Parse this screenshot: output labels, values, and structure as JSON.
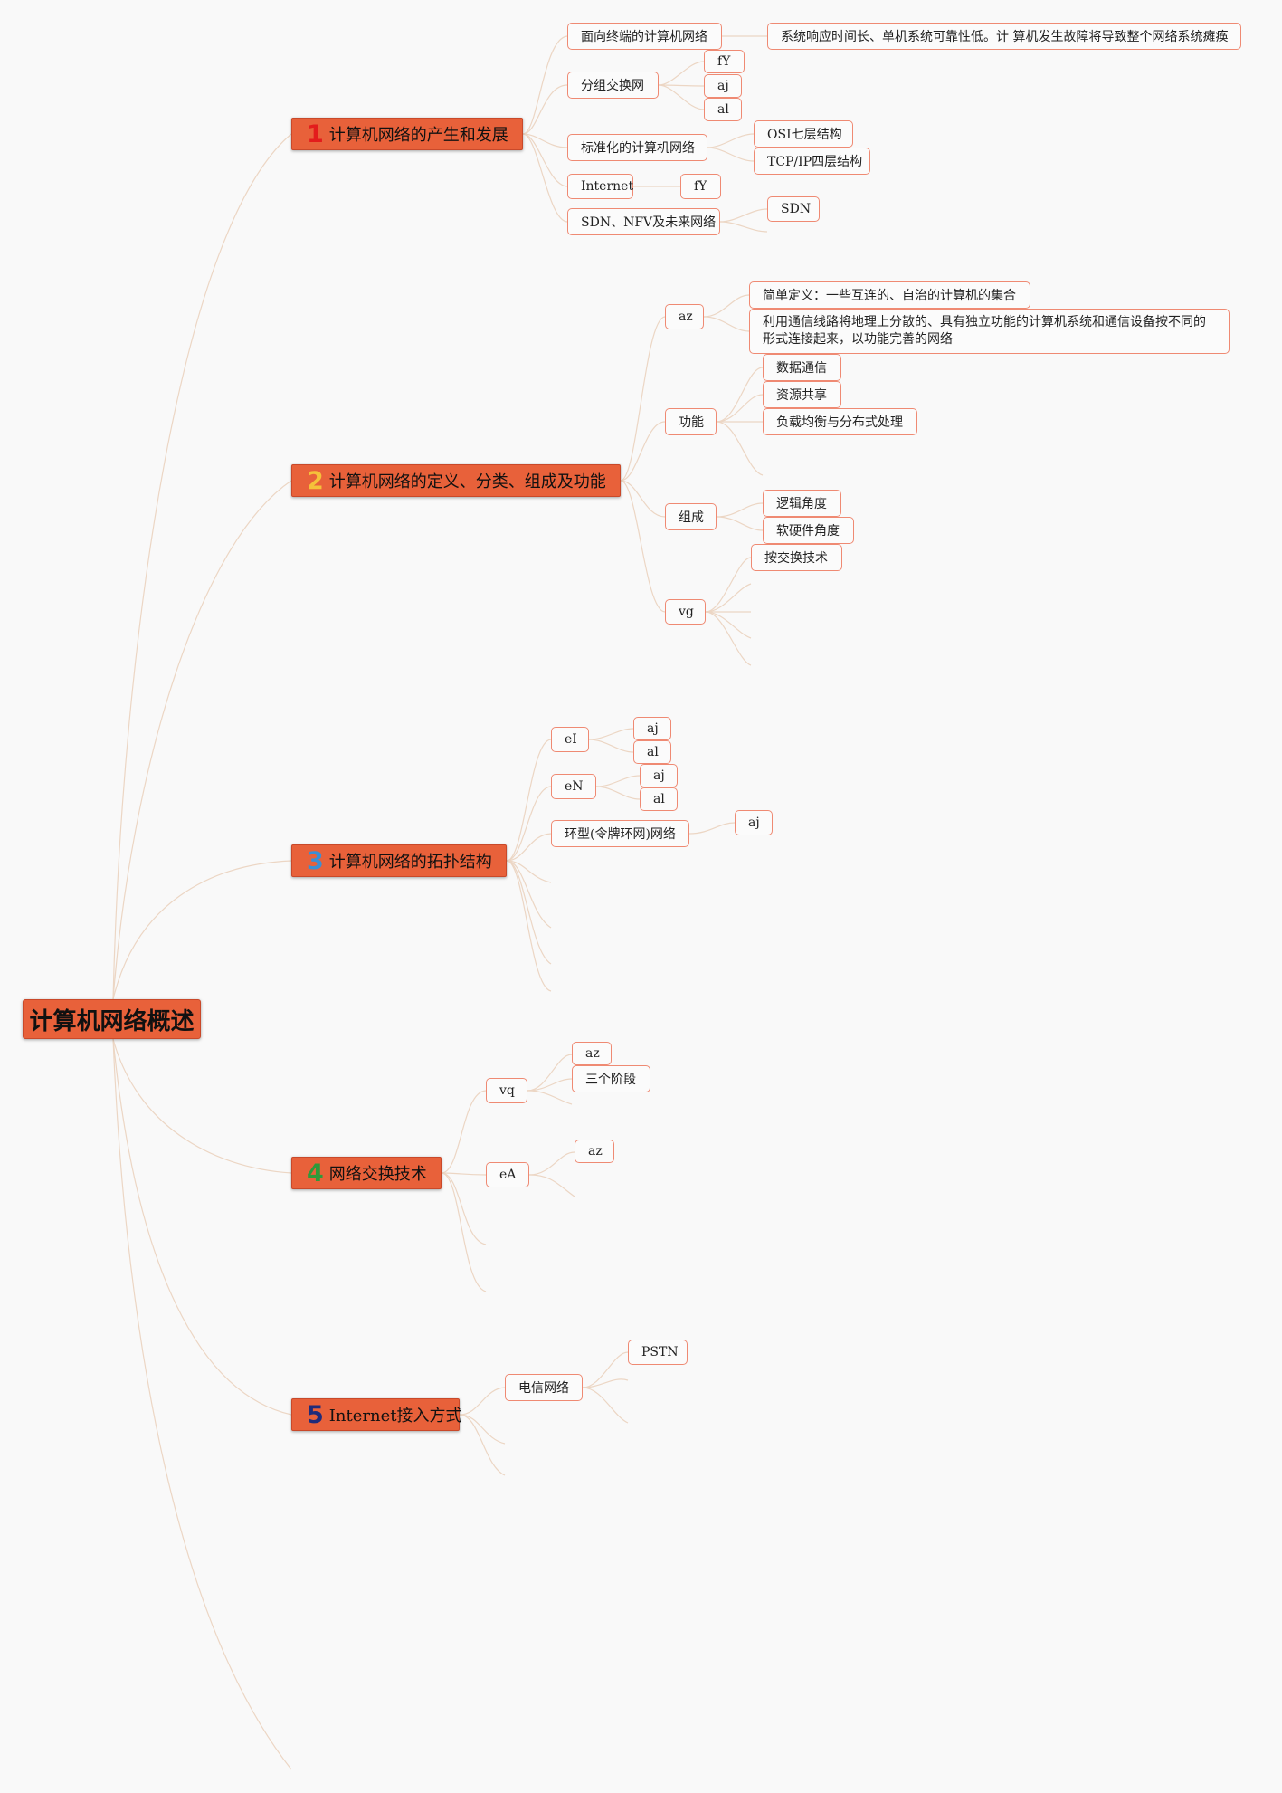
{
  "root": {
    "title": "计算机网络概述"
  },
  "branches": [
    {
      "num": "1",
      "num_color": "#e31c1c",
      "title": "计算机网络的产生和发展",
      "children": [
        {
          "label": "面向终端的计算机网络",
          "children": [
            {
              "label": "系统响应时间长、单机系统可靠性低。计 算机发生故障将导致整个网络系统瘫痪"
            }
          ]
        },
        {
          "label": "分组交换网",
          "children": [
            {
              "label": "fY"
            },
            {
              "label": "aj"
            },
            {
              "label": "al"
            }
          ]
        },
        {
          "label": "标准化的计算机网络",
          "children": [
            {
              "label": "OSI七层结构"
            },
            {
              "label": "TCP/IP四层结构"
            }
          ]
        },
        {
          "label": "Internet",
          "children": [
            {
              "label": "fY"
            }
          ]
        },
        {
          "label": "SDN、NFV及未来网络",
          "children": [
            {
              "label": "SDN"
            }
          ]
        }
      ]
    },
    {
      "num": "2",
      "num_color": "#f5c13a",
      "title": "计算机网络的定义、分类、组成及功能",
      "children": [
        {
          "label": "az",
          "children": [
            {
              "label": "简单定义：一些互连的、自治的计算机的集合"
            },
            {
              "label": "利用通信线路将地理上分散的、具有独立功能的计算机系统和通信设备按不同的形式连接起来，以功能完善的网络"
            }
          ]
        },
        {
          "label": "功能",
          "children": [
            {
              "label": "数据通信"
            },
            {
              "label": "资源共享"
            },
            {
              "label": "负载均衡与分布式处理"
            }
          ]
        },
        {
          "label": "组成",
          "children": [
            {
              "label": "逻辑角度"
            },
            {
              "label": "软硬件角度"
            }
          ]
        },
        {
          "label": "vg",
          "children": [
            {
              "label": "按交换技术"
            }
          ]
        }
      ]
    },
    {
      "num": "3",
      "num_color": "#3b8fd4",
      "title": "计算机网络的拓扑结构",
      "children": [
        {
          "label": "eI",
          "children": [
            {
              "label": "aj"
            },
            {
              "label": "al"
            }
          ]
        },
        {
          "label": "eN",
          "children": [
            {
              "label": "aj"
            },
            {
              "label": "al"
            }
          ]
        },
        {
          "label": "环型(令牌环网)网络",
          "children": [
            {
              "label": "aj"
            }
          ]
        }
      ]
    },
    {
      "num": "4",
      "num_color": "#2e9a3a",
      "title": "网络交换技术",
      "children": [
        {
          "label": "vq",
          "children": [
            {
              "label": "az"
            },
            {
              "label": "三个阶段"
            }
          ]
        },
        {
          "label": "eA",
          "children": [
            {
              "label": "az"
            }
          ]
        }
      ]
    },
    {
      "num": "5",
      "num_color": "#1f2b7a",
      "title": "Internet接入方式",
      "children": [
        {
          "label": "电信网络",
          "children": [
            {
              "label": "PSTN"
            }
          ]
        }
      ]
    }
  ]
}
